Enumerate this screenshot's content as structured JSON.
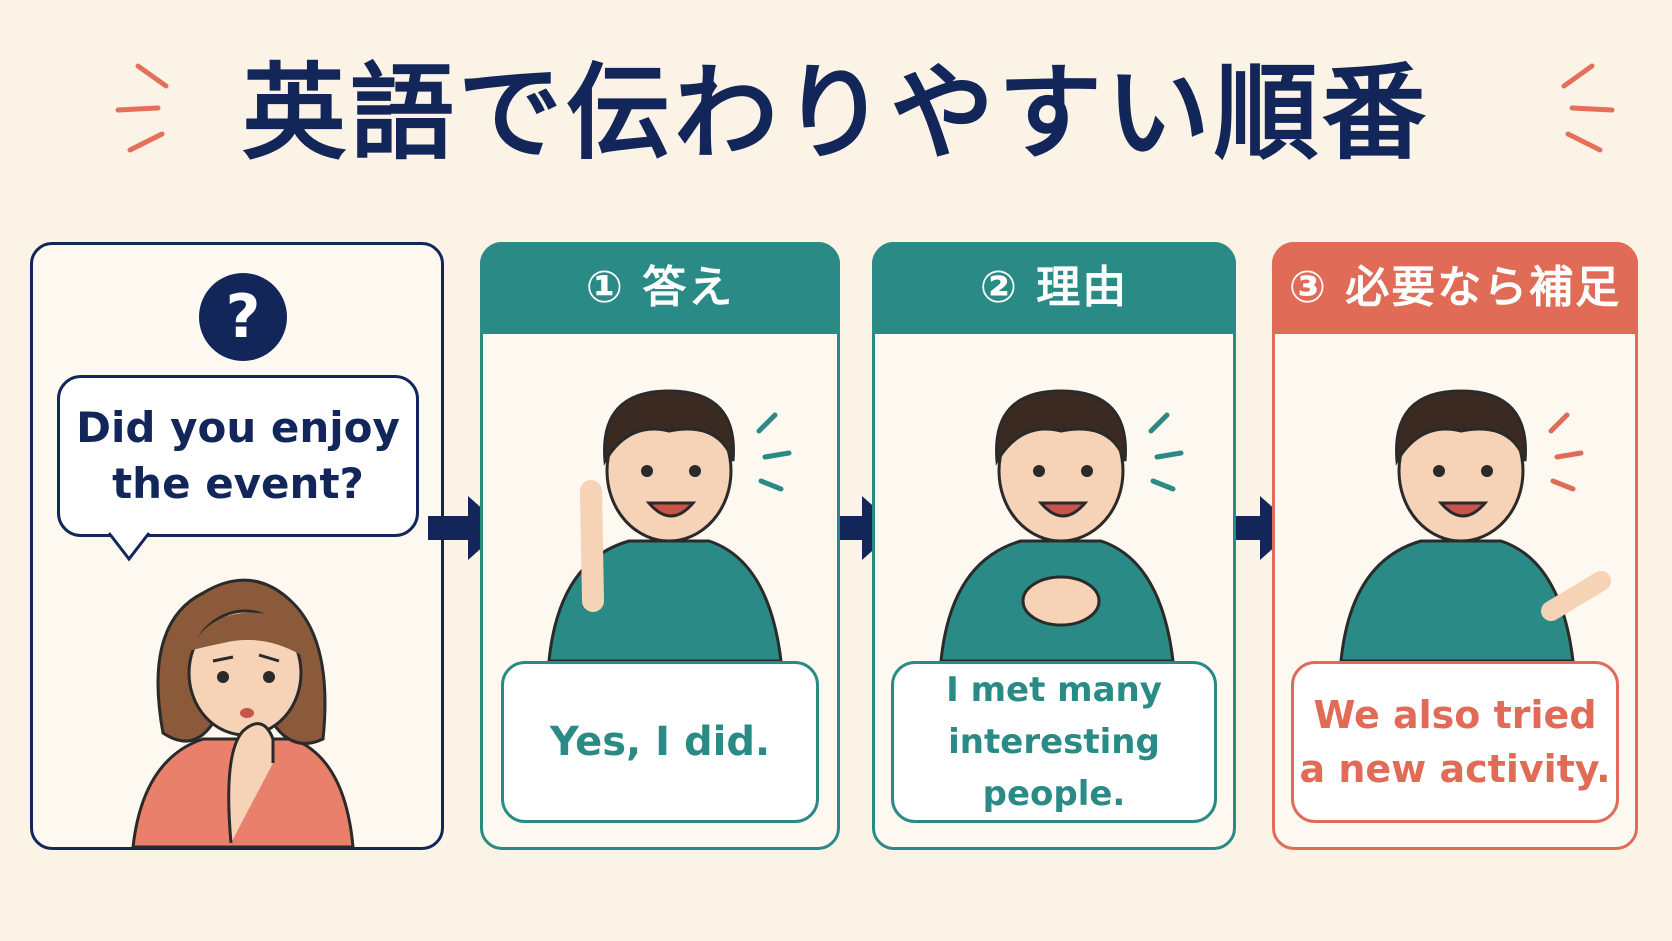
{
  "title": "英語で伝わりやすい順番",
  "colors": {
    "navy": "#13265a",
    "teal": "#2a8a85",
    "coral": "#e06b56",
    "background": "#fbf3e6"
  },
  "question_panel": {
    "icon": "question-mark-icon",
    "icon_text": "?",
    "bubble_line1": "Did you enjoy",
    "bubble_line2": "the event?"
  },
  "steps": [
    {
      "label": "① 答え",
      "color": "#2a8a85",
      "line1": "Yes, I did.",
      "line2": ""
    },
    {
      "label": "② 理由",
      "color": "#2a8a85",
      "line1": "I met many",
      "line2": "interesting people."
    },
    {
      "label": "③ 必要なら補足",
      "color": "#e06b56",
      "line1": "We also tried",
      "line2": "a new activity."
    }
  ]
}
